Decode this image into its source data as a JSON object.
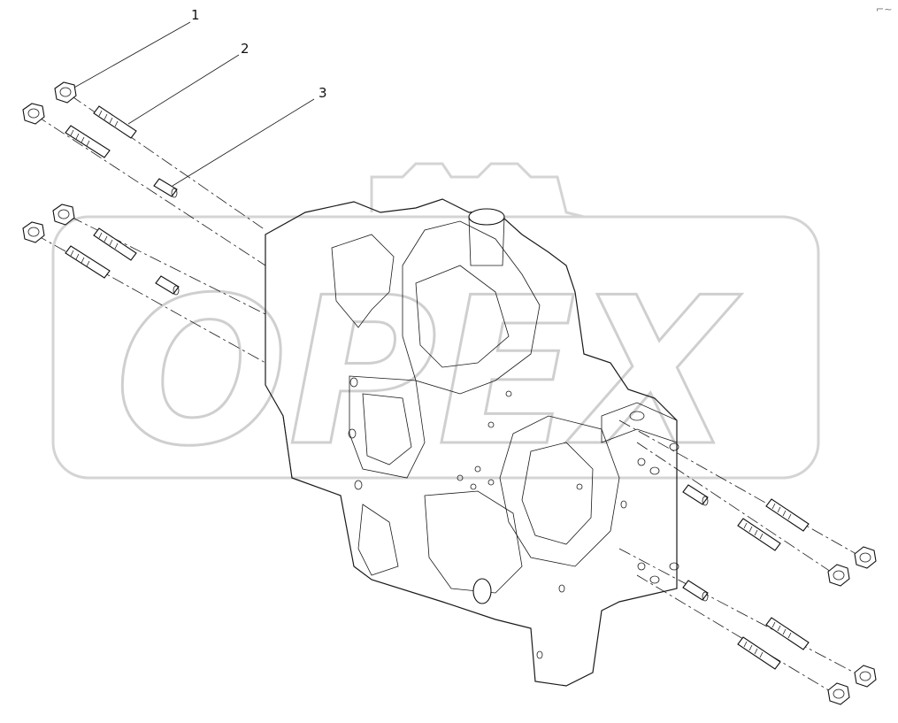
{
  "diagram": {
    "callouts": [
      {
        "id": "callout-1",
        "label": "1"
      },
      {
        "id": "callout-2",
        "label": "2"
      },
      {
        "id": "callout-3",
        "label": "3"
      }
    ],
    "watermark": "OPEX",
    "corner_mark": "⌐~"
  }
}
